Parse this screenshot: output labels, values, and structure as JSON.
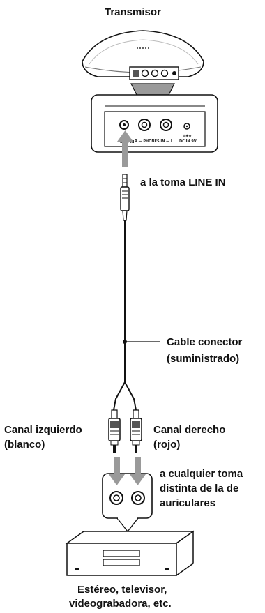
{
  "labels": {
    "transmitter": "Transmisor",
    "line_in_jack": "a la toma LINE IN",
    "cable_line1": "Cable conector",
    "cable_line2": "(suministrado)",
    "left_line1": "Canal izquierdo",
    "left_line2": "(blanco)",
    "right_line1": "Canal derecho",
    "right_line2": "(rojo)",
    "other_line1": "a cualquier toma",
    "other_line2": "distinta de la de",
    "other_line3": "auriculares",
    "source_line1": "Estéreo, televisor,",
    "source_line2": "videograbadora, etc."
  },
  "panel": {
    "line_in": "LINE IN",
    "phones_in": "R — PHONES IN — L",
    "dc_in": "DC IN 9V"
  },
  "colors": {
    "arrow": "#9a9a9a",
    "outline": "#111111",
    "panel_fill": "#ffffff"
  }
}
